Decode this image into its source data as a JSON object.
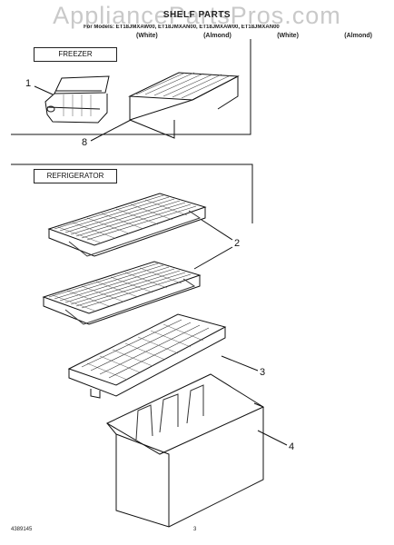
{
  "watermark": "AppliancePartsPros.com",
  "title": "SHELF PARTS",
  "models_line": "For Models: ET18JMXAW00, ET18JMXAN00, ET18JMXAW00, ET18JMXAN00",
  "variants": [
    "(White)",
    "(Almond)",
    "(White)",
    "(Almond)"
  ],
  "sections": {
    "freezer": "FREEZER",
    "refrigerator": "REFRIGERATOR"
  },
  "callouts": {
    "c1": "1",
    "c8": "8",
    "c2": "2",
    "c3": "3",
    "c4": "4"
  },
  "footer": {
    "doc_number": "4389145",
    "page_number": "3"
  }
}
